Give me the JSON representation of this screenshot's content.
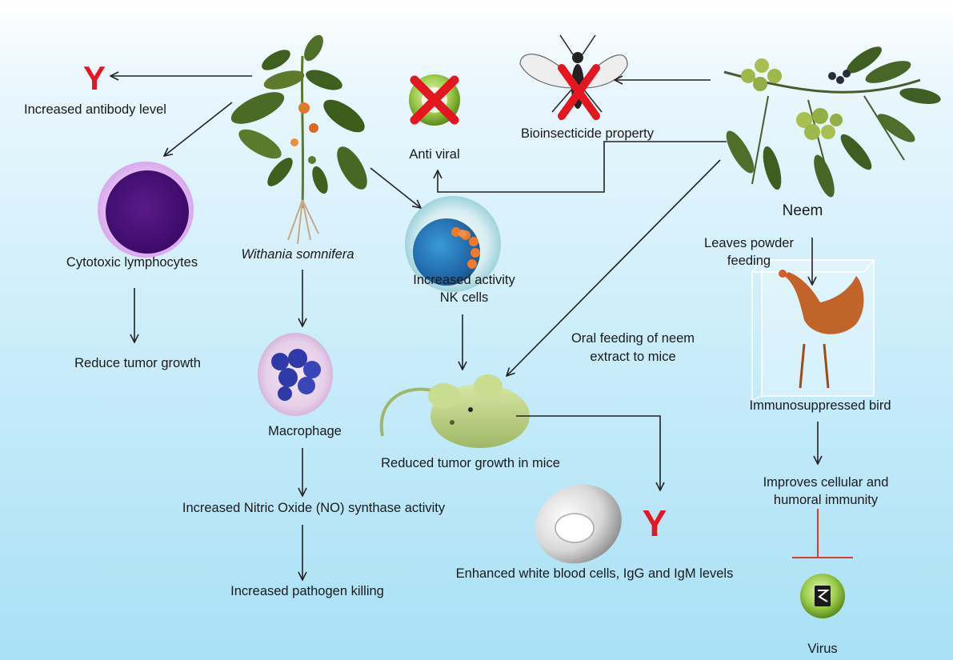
{
  "labels": {
    "increased_antibody": "Increased antibody level",
    "cytotoxic": "Cytotoxic lymphocytes",
    "reduce_tumor": "Reduce tumor growth",
    "withania": "Withania somnifera",
    "macrophage": "Macrophage",
    "nitric_oxide": "Increased Nitric Oxide (NO) synthase activity",
    "pathogen_killing": "Increased pathogen killing",
    "anti_viral": "Anti viral",
    "bioinsecticide": "Bioinsecticide property",
    "nk_line1": "Increased activity",
    "nk_line2": "NK cells",
    "neem": "Neem",
    "leaves_line1": "Leaves powder",
    "leaves_line2": "feeding",
    "oral_line1": "Oral feeding of neem",
    "oral_line2": "extract to mice",
    "reduced_mice": "Reduced tumor growth in mice",
    "immunosuppressed": "Immunosuppressed bird",
    "improves_line1": "Improves cellular and",
    "improves_line2": "humoral immunity",
    "enhanced_wbc": "Enhanced white blood cells, IgG and IgM levels",
    "virus": "Virus"
  },
  "icons": {
    "antibody_symbol": "Y"
  },
  "colors": {
    "antibody_red": "#e4161f",
    "inhibit_red": "#e0392e",
    "arrow": "#222222"
  }
}
